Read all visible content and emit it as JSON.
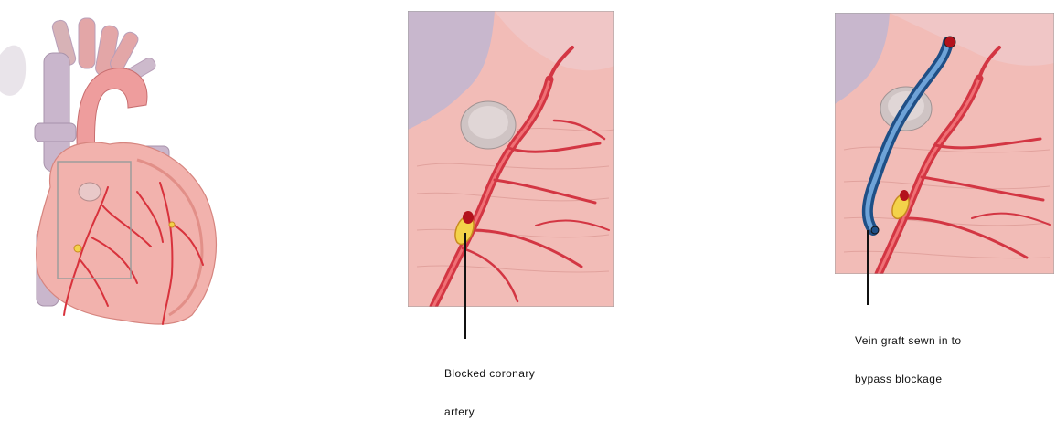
{
  "labels": {
    "blocked_line1": "Blocked coronary",
    "blocked_line2": "artery",
    "graft_line1": "Vein graft sewn in to",
    "graft_line2": "bypass blockage"
  },
  "colors": {
    "heart_base": "#f2b2ad",
    "heart_shadow": "#e28f88",
    "vessel_purple": "#c9b6cc",
    "artery_red": "#e3404c",
    "blockage_yellow": "#f3d24a",
    "graft_blue": "#2f6fae",
    "frame": "#9c9c9c"
  }
}
